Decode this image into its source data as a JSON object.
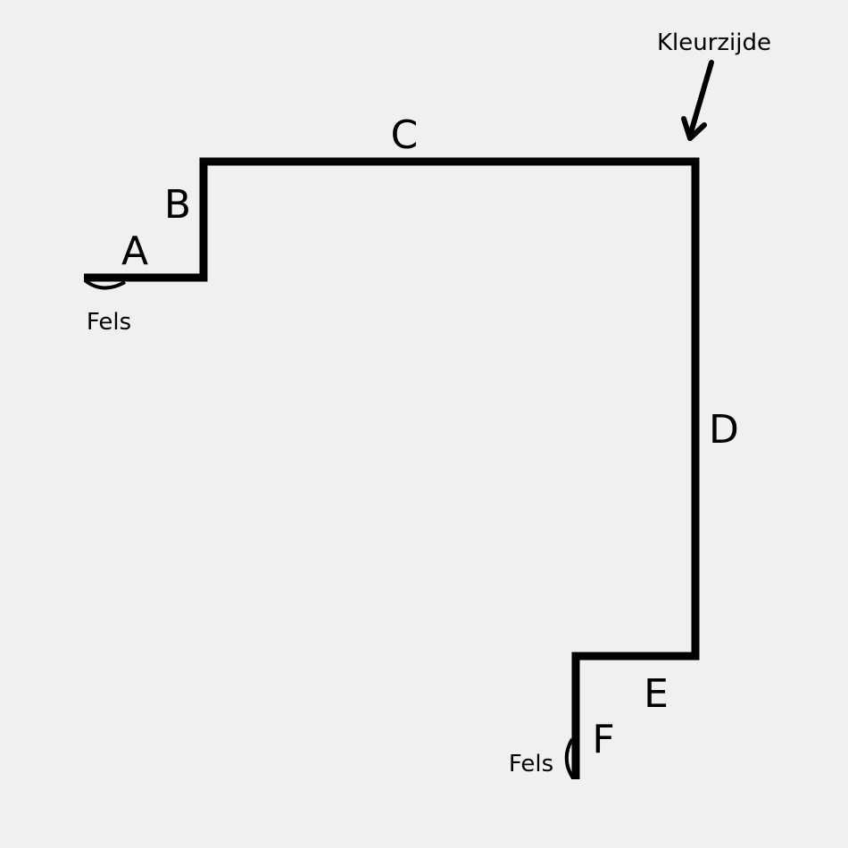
{
  "diagram": {
    "segments": {
      "A": "A",
      "B": "B",
      "C": "C",
      "D": "D",
      "E": "E",
      "F": "F"
    },
    "color_side_label": "Kleurzijde",
    "hem_label_start": "Fels",
    "hem_label_end": "Fels",
    "line_color": "#000000",
    "background_color": "#f0f0f0"
  }
}
